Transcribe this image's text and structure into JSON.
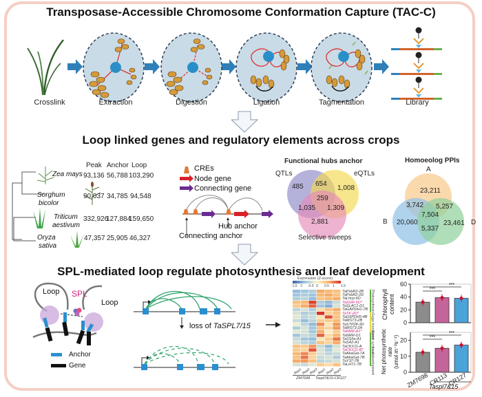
{
  "section1": {
    "title": "Transposase-Accessible Chromosome Conformation Capture (TAC-C)",
    "steps": [
      "Crosslink",
      "Extraction",
      "Digestion",
      "Ligation",
      "Tagmentation",
      "Library"
    ]
  },
  "section2": {
    "title": "Loop linked genes and regulatory elements across crops",
    "table": {
      "headers": [
        "Peak",
        "Anchor",
        "Loop"
      ],
      "rows": [
        {
          "species": "Zea mays",
          "species_line2": "",
          "peak": "93,136",
          "anchor": "56,788",
          "loop": "103,290"
        },
        {
          "species": "Sorghum",
          "species_line2": "bicolor",
          "peak": "90,037",
          "anchor": "34,785",
          "loop": "94,548"
        },
        {
          "species": "Triticum",
          "species_line2": "aestivum",
          "peak": "332,926",
          "anchor": "127,884",
          "loop": "159,650"
        },
        {
          "species": "Oryza",
          "species_line2": "sativa",
          "peak": "47,357",
          "anchor": "25,905",
          "loop": "46,327"
        }
      ]
    },
    "legend": {
      "cres": "CREs",
      "node_gene": "Node gene",
      "connecting_gene": "Connecting gene",
      "hub_anchor": "Hub anchor",
      "connecting_anchor": "Connecting anchor"
    },
    "venn_hubs": {
      "title": "Functional hubs anchor",
      "sets": [
        "QTLs",
        "eQTLs",
        "Selective sweeps"
      ],
      "values": {
        "qtl_only": "485",
        "qtl_eqtl": "654",
        "eqtl_only": "1,008",
        "all": "259",
        "qtl_sweep": "1,035",
        "eqtl_sweep": "1,309",
        "sweep_only": "2,881"
      }
    },
    "venn_ppi": {
      "title": "Homoeolog PPIs",
      "sets": [
        "A",
        "B",
        "D"
      ],
      "values": {
        "a_only": "23,211",
        "ab": "3,742",
        "ad": "5,257",
        "abd": "7,504",
        "b_only": "20,060",
        "bd": "5,337",
        "d_only": "23,461"
      }
    }
  },
  "section3": {
    "title": "SPL-mediated loop regulate photosynthesis and leaf development",
    "model": {
      "loop_left": "Loop",
      "loop_right": "Loop",
      "spl": "SPL",
      "legend_anchor": "Anchor",
      "legend_gene": "Gene"
    },
    "loss_label_prefix": "loss of ",
    "loss_label_gene": "TaSPL7/15",
    "heatmap": {
      "colorbar_title": "Expression (Z-score)",
      "colorbar_ticks": [
        "-1.5",
        "-1",
        "-0.5",
        "0",
        "0.5",
        "1",
        "1.5"
      ],
      "columns": [
        "Rep1",
        "Rep2",
        "Rep3",
        "Rep1",
        "Rep2",
        "Rep3"
      ],
      "groups": [
        "ZM7698",
        "Taspl7&15-CR127"
      ],
      "categories": [
        "Photosynthesis",
        "Sugar transporter",
        "Starch synthesis",
        "Leaf development"
      ],
      "genes": [
        {
          "name": "TaPsbR2-2B",
          "hl": false
        },
        {
          "name": "TaPsbR2-2D",
          "hl": false
        },
        {
          "name": "TaLhcp-6D",
          "hl": false
        },
        {
          "name": "TaSGR-5D*",
          "hl": true
        },
        {
          "name": "TaSLAC1-D1",
          "hl": false
        },
        {
          "name": "TaGAPDH1-7B",
          "hl": false
        },
        {
          "name": "TaTK-2D*",
          "hl": true
        },
        {
          "name": "TaG6PDH5-4B",
          "hl": false
        },
        {
          "name": "TaMST3-2B",
          "hl": false
        },
        {
          "name": "TaSTP28-3D",
          "hl": false
        },
        {
          "name": "TaMST3-2A",
          "hl": false
        },
        {
          "name": "TaNRR-A1*",
          "hl": true
        },
        {
          "name": "TaNRR-D1",
          "hl": false
        },
        {
          "name": "TaSSIIa-A1",
          "hl": false
        },
        {
          "name": "TaSA2-A1",
          "hl": false
        },
        {
          "name": "TaCKX11-A",
          "hl": false
        },
        {
          "name": "TaCKX11-B*",
          "hl": true
        },
        {
          "name": "TaAkaGal-7A",
          "hl": false
        },
        {
          "name": "TaAkaGal-7B",
          "hl": false
        },
        {
          "name": "TaY37-7B",
          "hl": false
        },
        {
          "name": "TaLHT1-7B",
          "hl": false
        }
      ],
      "zscores": [
        [
          -0.8,
          -0.7,
          -0.6,
          0.8,
          0.7,
          0.6
        ],
        [
          -0.7,
          -0.6,
          -0.7,
          0.7,
          0.8,
          0.6
        ],
        [
          -0.6,
          -0.5,
          -0.8,
          0.6,
          0.7,
          0.8
        ],
        [
          0.6,
          0.7,
          1.4,
          -0.6,
          -0.8,
          -0.4
        ],
        [
          0.5,
          0.8,
          1.2,
          -0.7,
          -0.9,
          -0.3
        ],
        [
          -0.5,
          -0.3,
          -0.6,
          0.3,
          0.6,
          0.8
        ],
        [
          -0.3,
          -0.6,
          -0.5,
          1.5,
          0.4,
          0.6
        ],
        [
          -0.2,
          -0.5,
          -0.4,
          0.2,
          1.3,
          0.6
        ],
        [
          -0.4,
          -0.8,
          -0.5,
          0.5,
          0.5,
          0.7
        ],
        [
          -0.1,
          -0.5,
          -0.8,
          1.0,
          0.2,
          0.9
        ],
        [
          -0.6,
          -0.3,
          -0.7,
          0.6,
          0.4,
          0.9
        ],
        [
          -0.2,
          -0.3,
          -0.7,
          0.8,
          0.1,
          0.5
        ],
        [
          -0.7,
          -0.4,
          -0.5,
          1.2,
          0.3,
          0.7
        ],
        [
          -0.4,
          -0.7,
          -0.8,
          0.2,
          0.5,
          1.1
        ],
        [
          -0.3,
          -0.5,
          -0.6,
          0.6,
          0.4,
          0.8
        ],
        [
          0.6,
          0.5,
          0.9,
          -0.4,
          -0.8,
          -0.3
        ],
        [
          0.5,
          0.4,
          1.3,
          -0.3,
          -0.6,
          -0.2
        ],
        [
          0.7,
          1.0,
          0.5,
          -0.3,
          -0.5,
          -0.4
        ],
        [
          0.6,
          1.1,
          0.4,
          -0.4,
          -0.3,
          -0.6
        ],
        [
          0.8,
          0.9,
          0.6,
          -0.5,
          -0.4,
          -0.3
        ],
        [
          -0.3,
          -0.4,
          -0.2,
          0.5,
          0.3,
          0.6
        ]
      ]
    },
    "bars": {
      "top": {
        "ylabel": "Chlorophyll content",
        "ticks": [
          "0",
          "20",
          "40",
          "60"
        ],
        "ymax": 60,
        "values": [
          32,
          39,
          38
        ],
        "sig": [
          "***",
          "***"
        ]
      },
      "bottom": {
        "ylabel": "Net photosynthetic rate",
        "ylabel_unit": "(umol m⁻²s⁻¹)",
        "ticks": [
          "0",
          "10",
          "20"
        ],
        "ymax": 25,
        "values": [
          12.5,
          15,
          17
        ],
        "sig": [
          "***",
          "***"
        ]
      },
      "categories": [
        "ZM7698",
        "CR113",
        "CR127"
      ],
      "group_label": "Taspl7&15",
      "colors": [
        "#8c8c8c",
        "#c4659a",
        "#4aa3d9"
      ]
    }
  },
  "colors": {
    "frame": "#f4cfc4",
    "arrow_blue": "#2f80b9",
    "cre": "#e07a36",
    "node_gene": "#d8222a",
    "connecting_gene": "#6a2c91",
    "loop_green": "#2fa36b",
    "anchor_blue": "#2a8fd0",
    "spl_magenta": "#d0217b"
  }
}
